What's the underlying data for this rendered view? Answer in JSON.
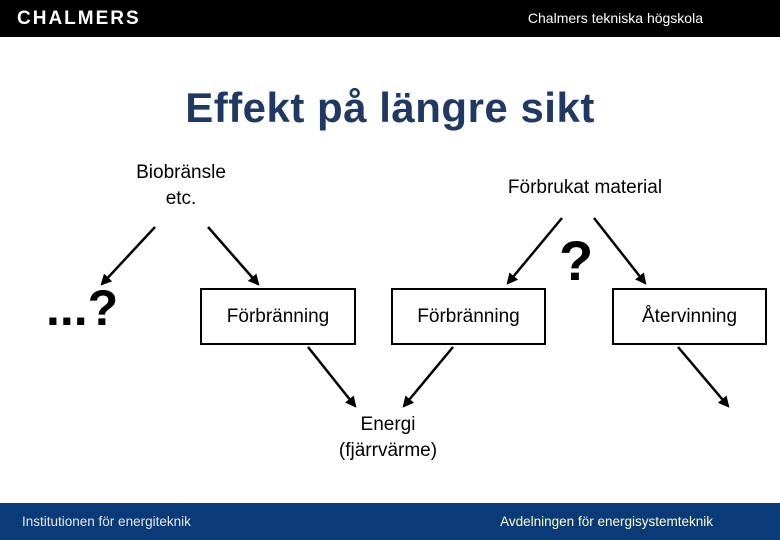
{
  "header": {
    "logo": "CHALMERS",
    "right_text": "Chalmers tekniska högskola"
  },
  "title": "Effekt på längre sikt",
  "diagram": {
    "source_left": {
      "line1": "Biobränsle",
      "line2": "etc."
    },
    "source_right": "Förbrukat material",
    "question_left": "...?",
    "question_right": "?",
    "boxes": [
      "Förbränning",
      "Förbränning",
      "Återvinning"
    ],
    "sink": {
      "line1": "Energi",
      "line2": "(fjärrvärme)"
    }
  },
  "footer": {
    "left": "Institutionen för energiteknik",
    "right": "Avdelningen för energisystemteknik"
  },
  "colors": {
    "top_bar_bg": "#000000",
    "title": "#1f3864",
    "ink": "#000000",
    "box_border": "#000000",
    "footer_bg": "#0a3a78",
    "footer_left_text": "#e9e9e9",
    "footer_right_text": "#ffffcc"
  }
}
